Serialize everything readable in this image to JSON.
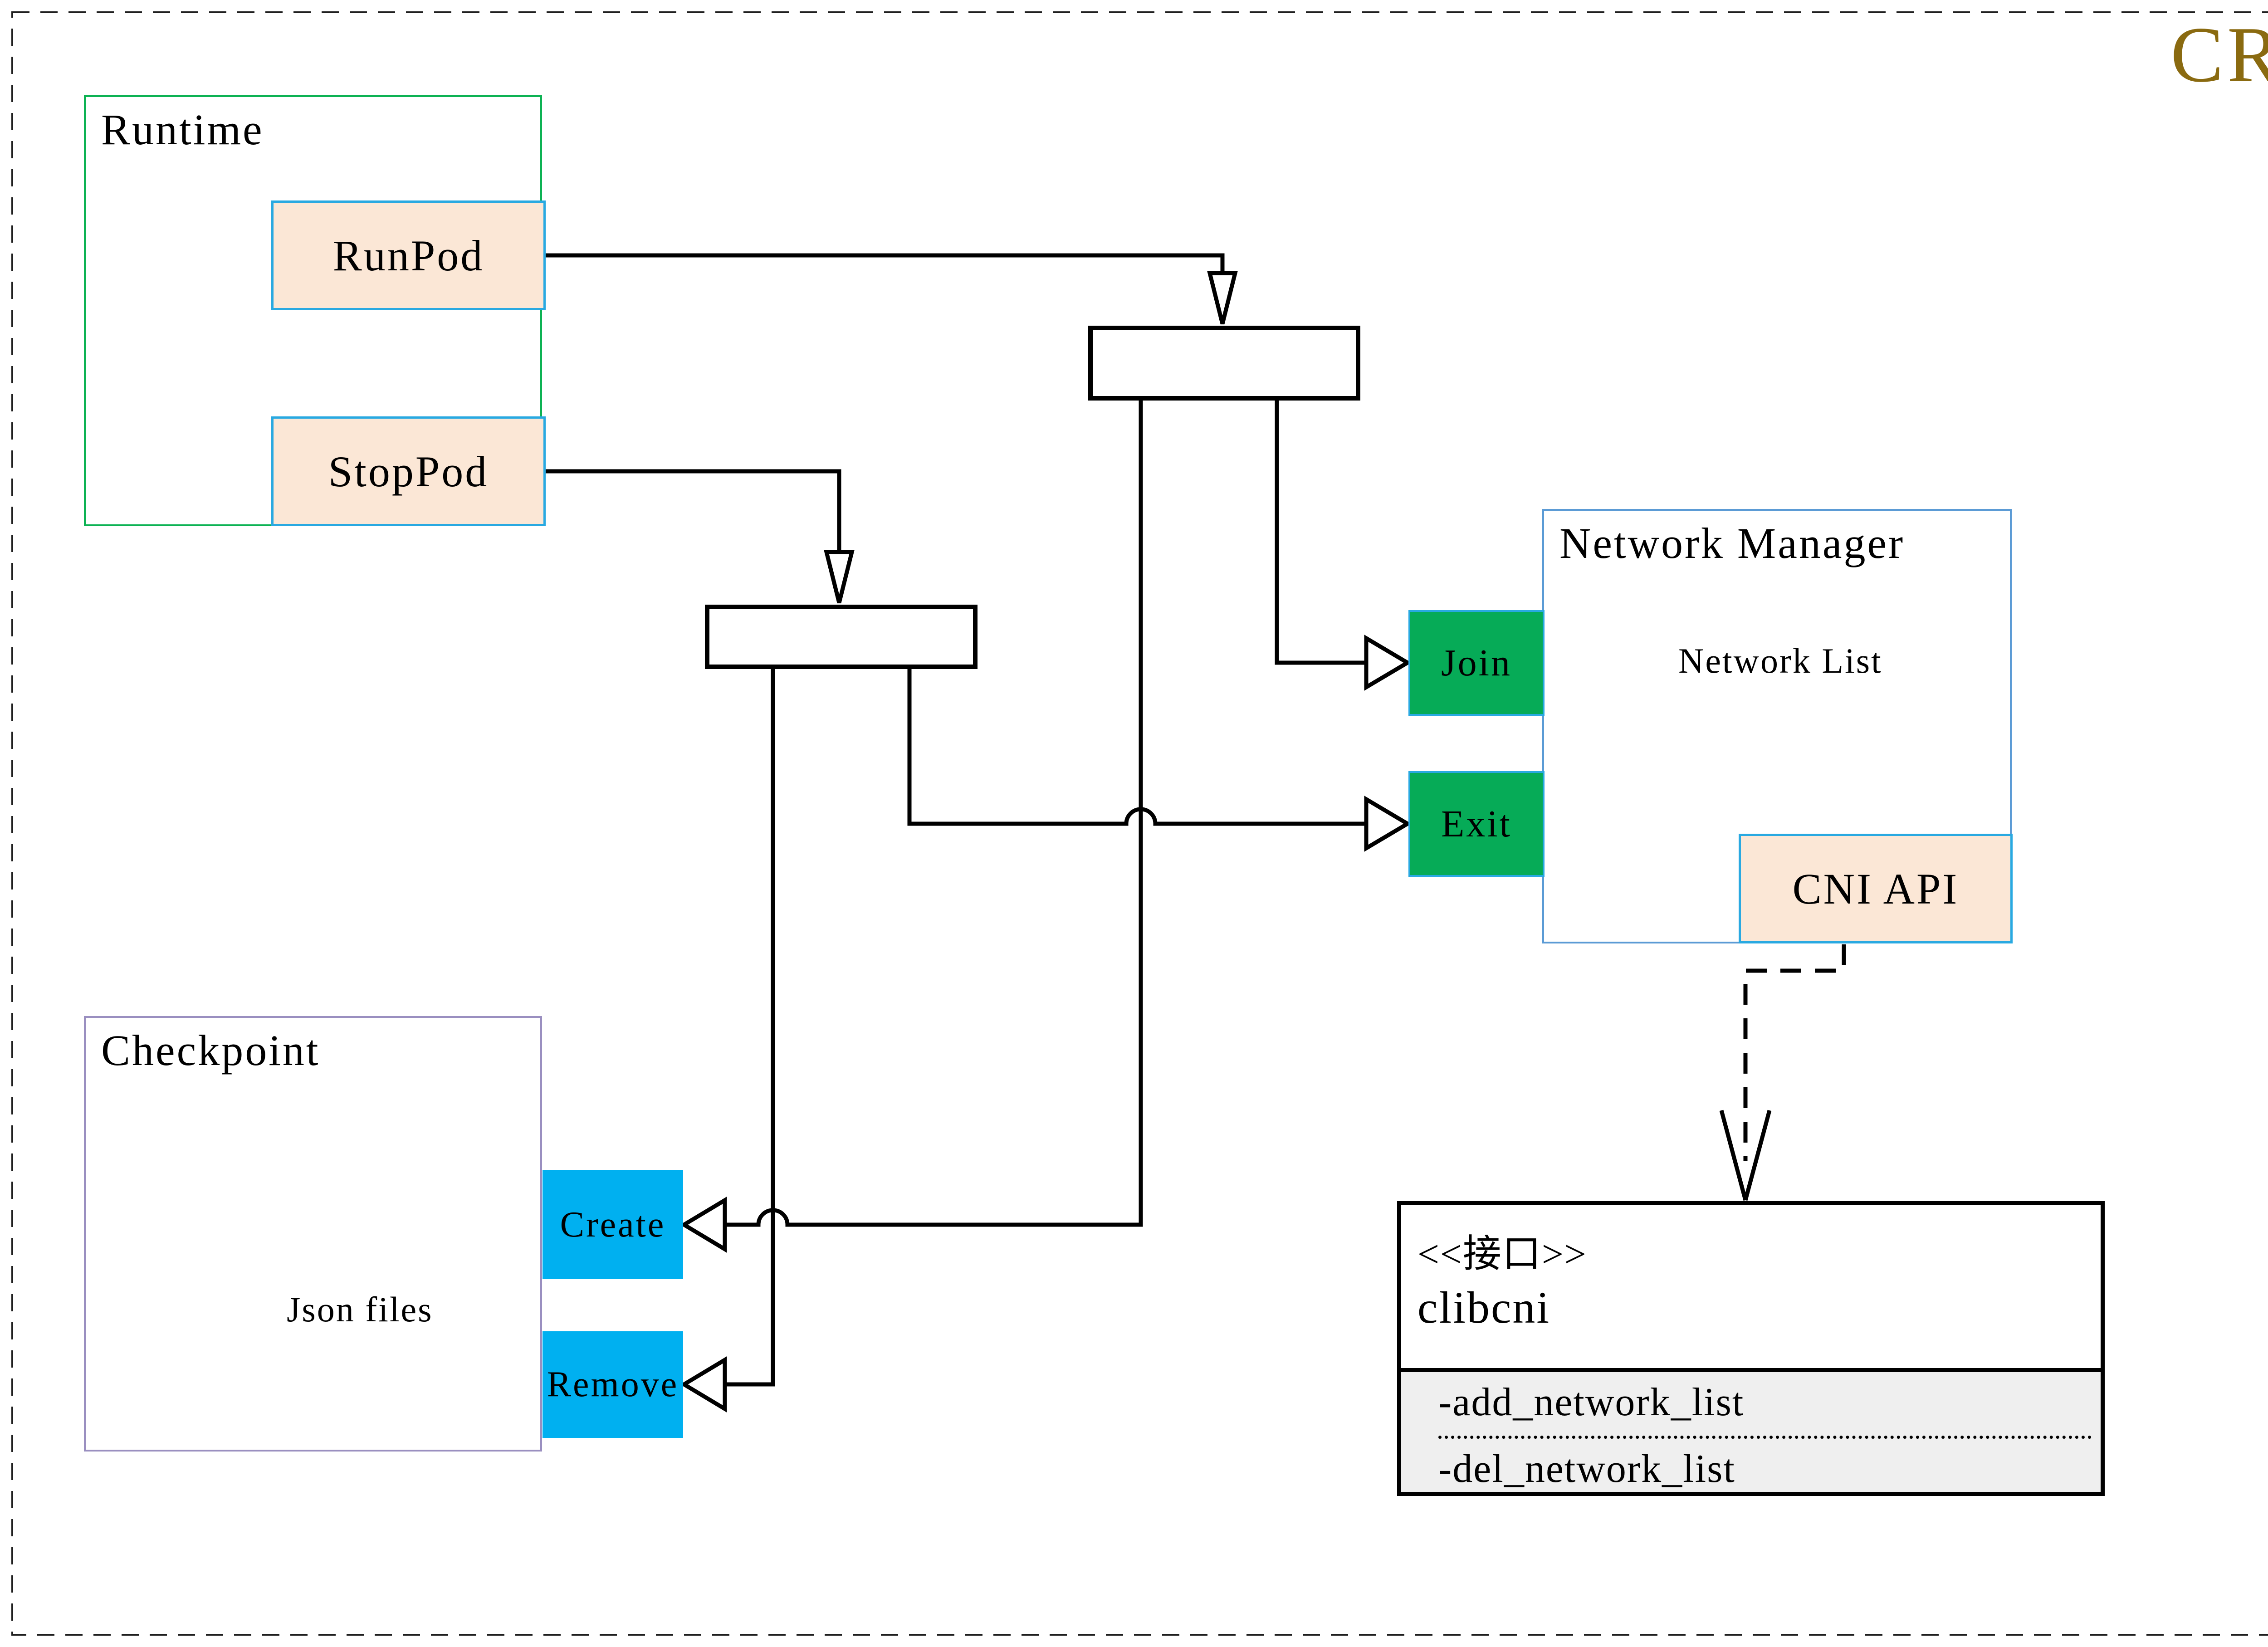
{
  "badge": {
    "text": "CRI"
  },
  "runtime": {
    "title": "Runtime",
    "ports": {
      "runpod": "RunPod",
      "stoppod": "StopPod"
    }
  },
  "network_manager": {
    "title": "Network Manager",
    "actions": {
      "join": "Join",
      "exit": "Exit"
    },
    "datastore_label": "Network List",
    "api_label": "CNI API"
  },
  "checkpoint": {
    "title": "Checkpoint",
    "datastore_label": "Json files",
    "actions": {
      "create": "Create",
      "remove": "Remove"
    }
  },
  "interface_class": {
    "stereotype": "<<接口>>",
    "name": "clibcni",
    "methods": [
      "-add_network_list",
      "-del_network_list"
    ]
  },
  "colors": {
    "badge": "#8a6a10",
    "runtime_border_green": "#0db253",
    "action_green": "#06ab57",
    "cyan_border": "#29a9e1",
    "peach_fill": "#fbe7d6",
    "action_blue": "#00b0f0",
    "network_manager_border": "#5b9bd5",
    "checkpoint_border": "#9a8fc0",
    "cylinder_stroke": "#595959",
    "method_section_bg": "#efefef",
    "connector": "#000000"
  }
}
